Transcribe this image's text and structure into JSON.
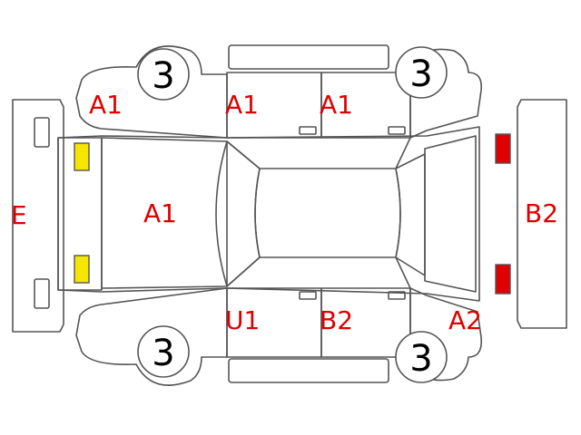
{
  "colors": {
    "line": "#555555",
    "label": "#dd0000",
    "front_lamp": "#f4e600",
    "rear_lamp": "#e00000"
  },
  "tires": {
    "front_left": "3",
    "rear_left": "3",
    "front_right": "3",
    "rear_right": "3"
  },
  "damage_codes": {
    "front_bumper": "E",
    "hood": "A1",
    "left_front_fender": "A1",
    "left_front_door": "A1",
    "left_rear_door": "A1",
    "right_front_door": "U1",
    "right_rear_door": "B2",
    "right_rear_fender": "A2",
    "rear_bumper": "B2"
  }
}
